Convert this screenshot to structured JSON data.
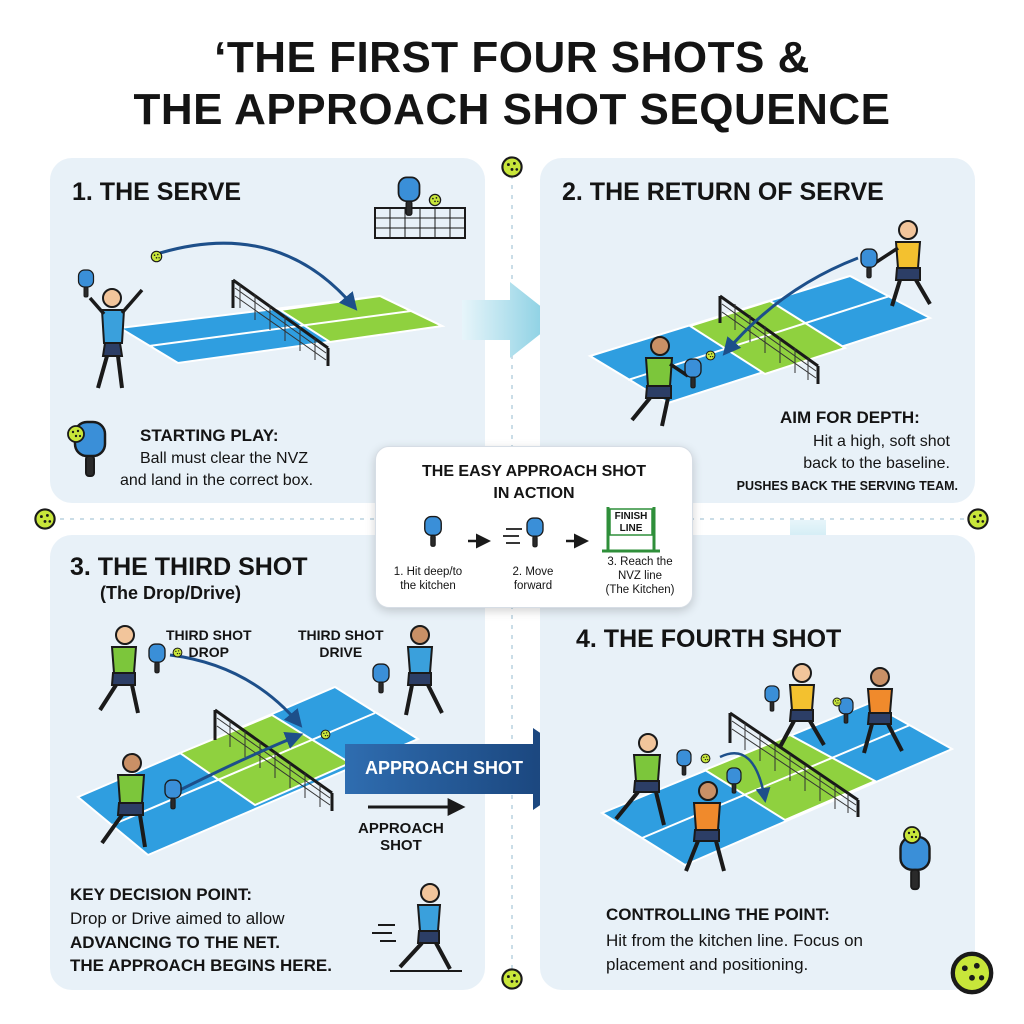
{
  "title": {
    "line1": "‘THE FIRST FOUR SHOTS &",
    "line2": "THE APPROACH SHOT SEQUENCE"
  },
  "panels": [
    {
      "title": "1. THE SERVE",
      "caption_heading": "STARTING PLAY:",
      "caption_lines": [
        "Ball must clear the NVZ",
        "and land in the correct box."
      ]
    },
    {
      "title": "2. THE RETURN OF SERVE",
      "caption_heading": "AIM FOR DEPTH:",
      "caption_lines": [
        "Hit a high, soft shot",
        "back to the baseline."
      ],
      "caption_emphasis": "PUSHES BACK THE SERVING TEAM."
    },
    {
      "title": "3. THE THIRD SHOT",
      "subtitle": "(The Drop/Drive)",
      "labels": {
        "drop": [
          "THIRD SHOT",
          "DROP"
        ],
        "drive": [
          "THIRD SHOT",
          "DRIVE"
        ],
        "approach_arrow": "APPROACH SHOT",
        "approach_small": [
          "APPROACH",
          "SHOT"
        ]
      },
      "caption_heading": "KEY DECISION POINT:",
      "caption_lines": [
        "Drop or Drive aimed to allow"
      ],
      "caption_emphasis_lines": [
        "ADVANCING TO THE NET.",
        "THE APPROACH BEGINS HERE."
      ]
    },
    {
      "title": "4. THE FOURTH SHOT",
      "caption_heading": "CONTROLLING THE POINT:",
      "caption_lines": [
        "Hit from the kitchen line. Focus on",
        "placement and positioning."
      ]
    }
  ],
  "center_box": {
    "title_lines": [
      "THE EASY APPROACH SHOT",
      "IN ACTION"
    ],
    "finish_label": [
      "FINISH",
      "LINE"
    ],
    "steps": [
      [
        "1. Hit deep/to",
        "the kitchen"
      ],
      [
        "2. Move",
        "forward"
      ],
      [
        "3. Reach the",
        "NVZ line",
        "(The Kitchen)"
      ]
    ]
  },
  "colors": {
    "panel_bg": "#e8f1f8",
    "court_blue": "#2f9ee0",
    "court_green": "#8fd13f",
    "arrow_dark": "#1d5a99",
    "arrow_light": "#7ecbe0",
    "ball": "#c8e63a"
  },
  "icons": [
    "paddle-icon",
    "ball-icon",
    "net-icon",
    "arrow-icon",
    "player-icon"
  ]
}
